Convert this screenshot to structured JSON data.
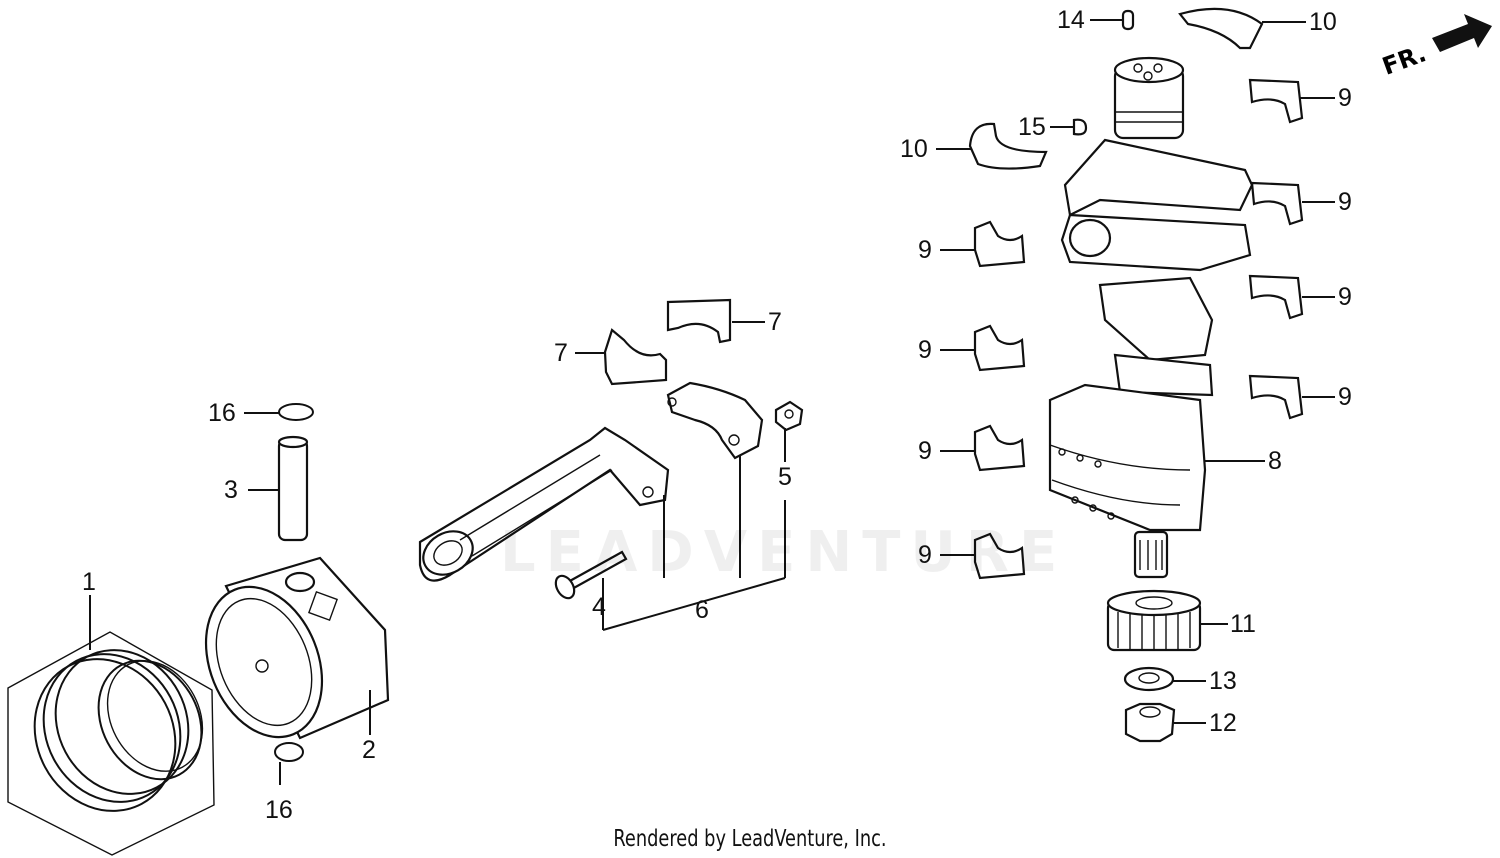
{
  "footer_text": "Rendered by LeadVenture, Inc.",
  "watermark_text": "LEADVENTURE",
  "direction_label": "FR.",
  "labels": {
    "l1": "1",
    "l2": "2",
    "l3": "3",
    "l4": "4",
    "l5": "5",
    "l6": "6",
    "l7a": "7",
    "l7b": "7",
    "l8": "8",
    "l9a": "9",
    "l9b": "9",
    "l9c": "9",
    "l9d": "9",
    "l9e": "9",
    "l9f": "9",
    "l9g": "9",
    "l9h": "9",
    "l10a": "10",
    "l10b": "10",
    "l11": "11",
    "l12": "12",
    "l13": "13",
    "l14": "14",
    "l15": "15",
    "l16a": "16",
    "l16b": "16"
  },
  "colors": {
    "ink": "#111111",
    "background": "#ffffff"
  }
}
